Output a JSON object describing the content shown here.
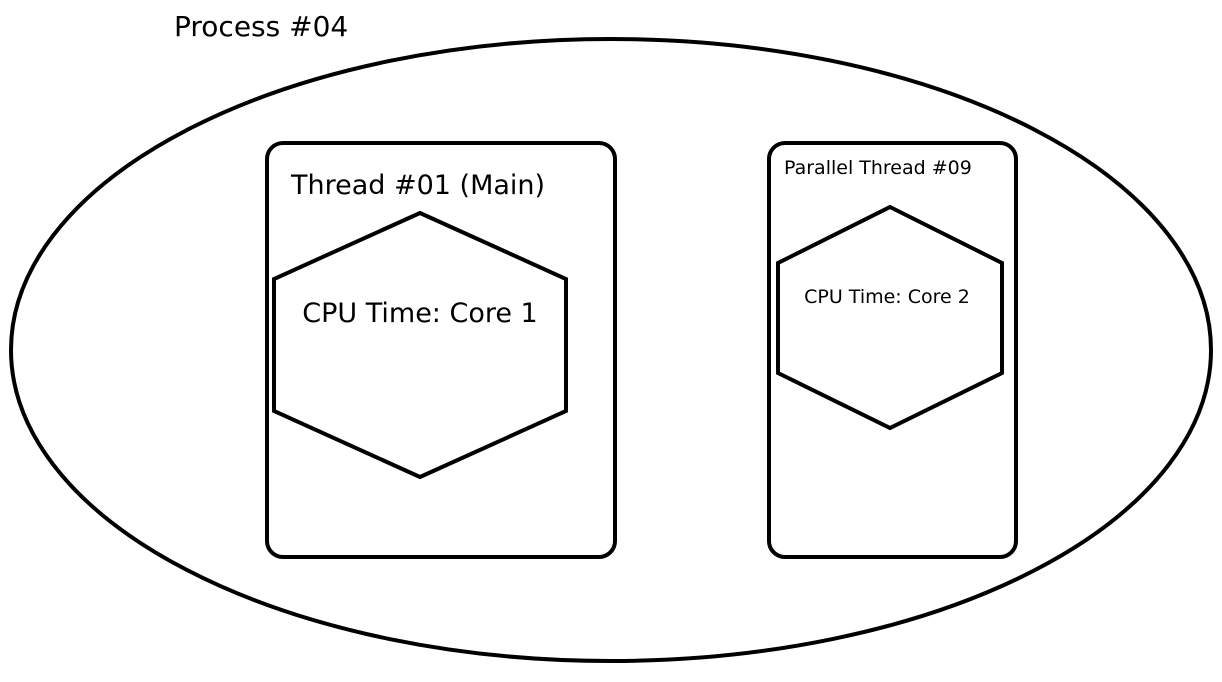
{
  "process": {
    "label": "Process #04"
  },
  "threads": [
    {
      "label": "Thread #01 (Main)",
      "cpu_label": "CPU Time: Core 1"
    },
    {
      "label": "Parallel Thread #09",
      "cpu_label": "CPU Time: Core 2"
    }
  ],
  "colors": {
    "stroke": "#000000",
    "background": "#ffffff",
    "text": "#000000"
  }
}
